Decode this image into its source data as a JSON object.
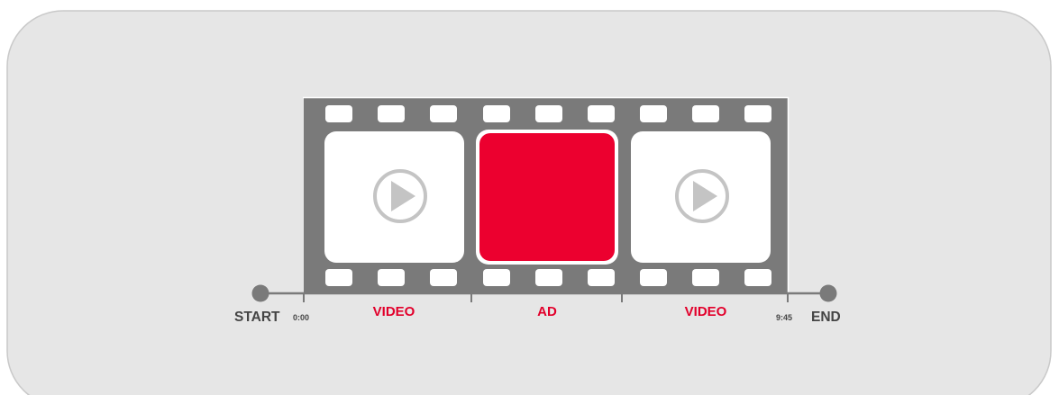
{
  "colors": {
    "background": "#e6e6e6",
    "border": "#c9c9c9",
    "film": "#7a7a7a",
    "frame": "#ffffff",
    "ad": "#ec002f",
    "timeline": "#7a7a7a",
    "text_dark": "#444444",
    "text_accent": "#e2002b",
    "play_icon": "#c4c4c4"
  },
  "timeline": {
    "start_label": "START",
    "start_time": "0:00",
    "end_label": "END",
    "end_time": "9:45"
  },
  "segments": [
    {
      "label": "VIDEO",
      "type": "video",
      "icon": "play-icon"
    },
    {
      "label": "AD",
      "type": "ad"
    },
    {
      "label": "VIDEO",
      "type": "video",
      "icon": "play-icon"
    }
  ]
}
